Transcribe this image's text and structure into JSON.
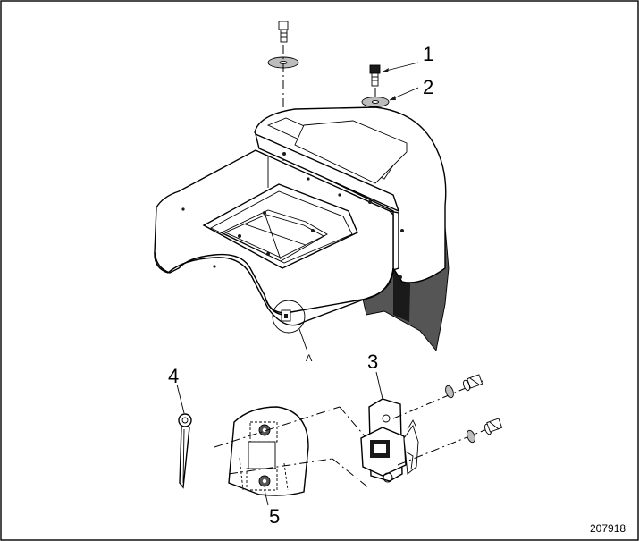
{
  "diagram": {
    "document_number": "207918",
    "callouts": [
      {
        "id": "c1",
        "label": "1"
      },
      {
        "id": "c2",
        "label": "2"
      },
      {
        "id": "c3",
        "label": "3"
      },
      {
        "id": "c4",
        "label": "4"
      },
      {
        "id": "c5",
        "label": "5"
      }
    ],
    "detail_label": "A"
  }
}
